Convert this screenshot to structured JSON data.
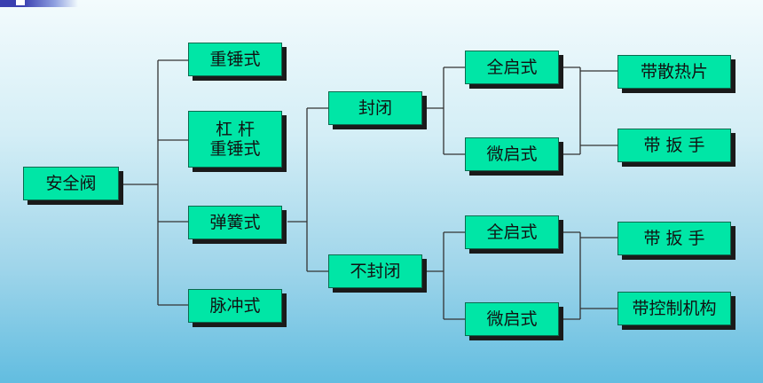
{
  "colors": {
    "node_fill": "#00e6a6",
    "node_shadow": "#1a1a1a",
    "line": "#333333"
  },
  "nodes": {
    "root": "安全阀",
    "type_weight": "重锤式",
    "type_lever_line1": "杠 杆",
    "type_lever_line2": "重锤式",
    "type_spring": "弹簧式",
    "type_pulse": "脉冲式",
    "sealed": "封闭",
    "unsealed": "不封闭",
    "sealed_full_lift": "全启式",
    "sealed_micro_lift": "微启式",
    "unsealed_full_lift": "全启式",
    "unsealed_micro_lift": "微启式",
    "with_heat_sink": "带散热片",
    "with_wrench_1": "带 扳 手",
    "with_wrench_2": "带 扳 手",
    "with_control_mechanism": "带控制机构"
  }
}
